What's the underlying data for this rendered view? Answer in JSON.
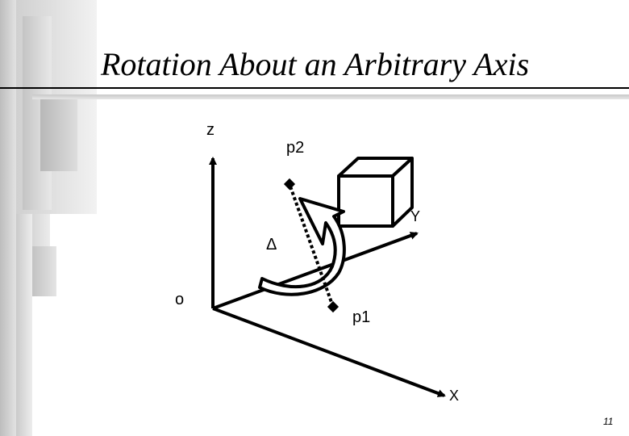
{
  "slide": {
    "title": "Rotation About an Arbitrary Axis",
    "page_number": "11"
  },
  "diagram": {
    "labels": {
      "z": "z",
      "y": "Y",
      "x": "X",
      "origin": "o",
      "p1": "p1",
      "p2": "p2",
      "delta": "Δ"
    }
  }
}
